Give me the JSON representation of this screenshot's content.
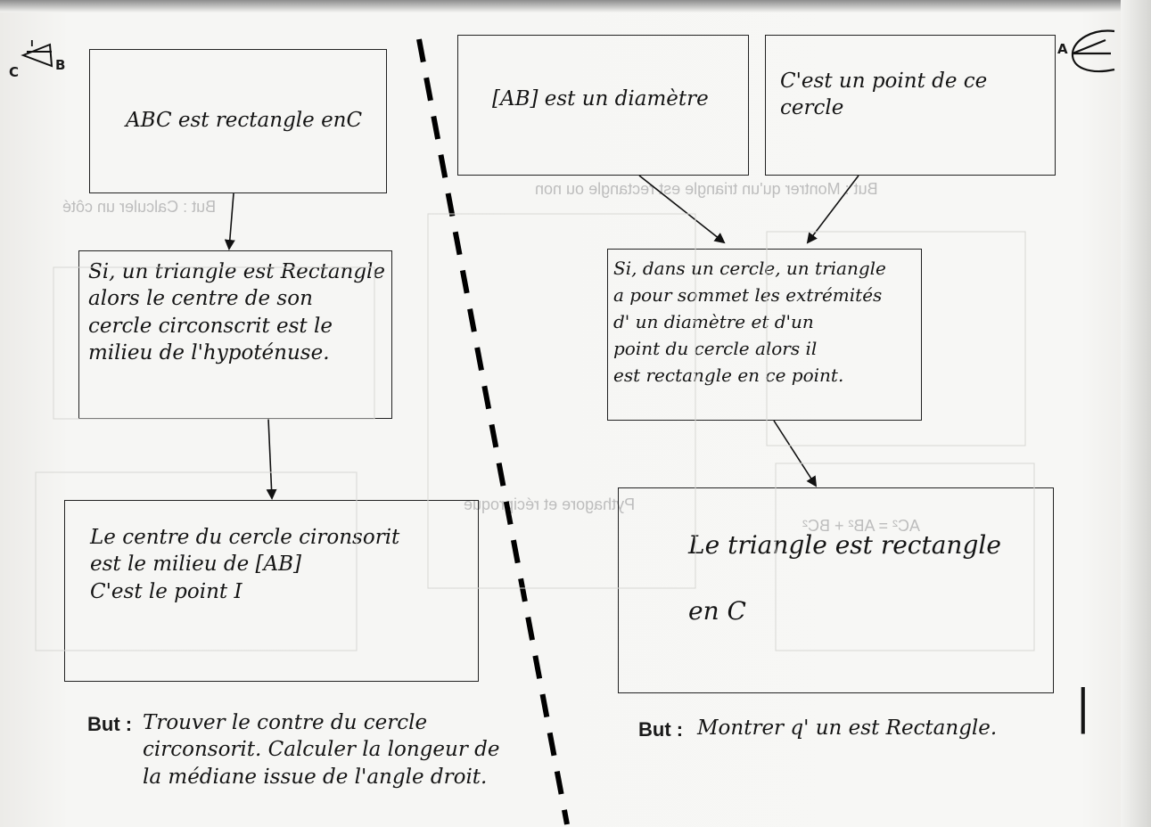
{
  "corner_labels": {
    "top_left_c": "C",
    "top_left_b": "B",
    "top_left_i": "I",
    "top_right_a": "A"
  },
  "left": {
    "hypothesis": "ABC est rectangle enC",
    "theorem": "Si, un triangle est Rectangle\nalors le centre de son\ncercle circonscrit est le\nmilieu de l'hypoténuse.",
    "conclusion": "Le centre du cercle cironsorit\nest le milieu de [AB]\n    C'est le point I",
    "but_label": "But :",
    "but_text": "Trouver le contre du cercle\n   circonsorit. Calculer la longeur de\n  la médiane issue de l'angle droit."
  },
  "right": {
    "hypothesis_1": "[AB] est un diamètre",
    "hypothesis_2": "C'est un point de ce\n      cercle",
    "theorem": "Si, dans un cercle, un triangle\na pour sommet les extrémités\nd' un diamètre et d'un\npoint du cercle alors il\nest rectangle en ce point.",
    "conclusion": "Le triangle est rectangle\n\n        en C",
    "but_label": "But :",
    "but_text": "Montrer q' un est Rectangle."
  },
  "margin_mark": "|",
  "colors": {
    "ink": "#141414",
    "paper": "#f6f6f4",
    "dash": "#000000"
  }
}
